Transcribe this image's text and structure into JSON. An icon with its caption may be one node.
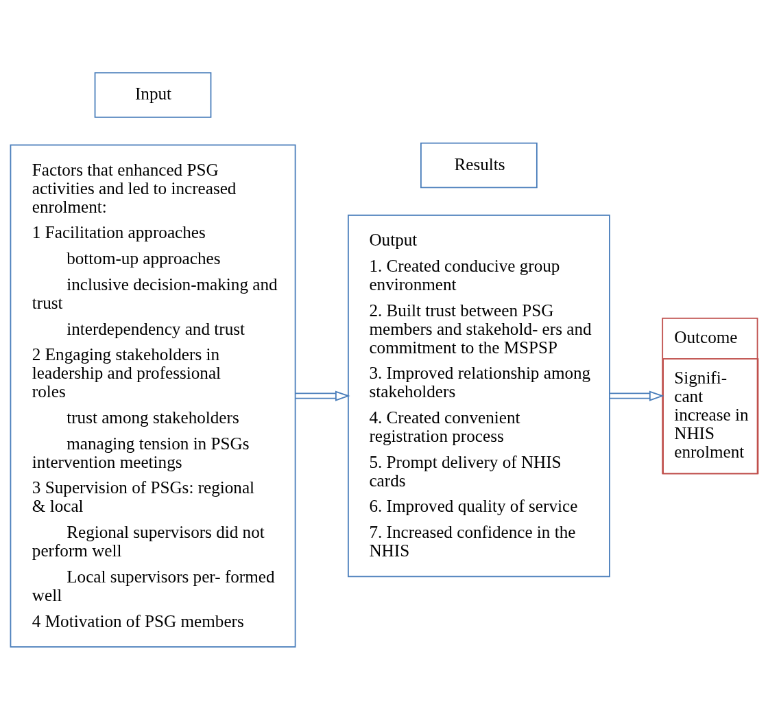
{
  "diagram": {
    "nodes": [
      {
        "text": [
          "Input"
        ]
      },
      {
        "text": [
          "Factors that enhanced PSG activities and led to increased enrolment:",
          "1 Facilitation approaches",
          "bottom-up approaches",
          "inclusive decision-making and trust",
          "interdependency and trust",
          "2 Engaging stakeholders in leadership and professional roles",
          "trust among stakeholders",
          "managing tension in PSGs intervention meetings",
          "3 Supervision of PSGs: regional & local",
          "Regional supervisors did not perform well",
          "Local supervisors per- formed well",
          "4 Motivation of PSG members"
        ]
      },
      {
        "text": [
          "Results"
        ]
      },
      {
        "text": [
          "Output",
          "1. Created conducive group environment",
          "2. Built trust between PSG members and stakehold- ers and commitment to the MSPSP",
          "3. Improved relationship among stakeholders",
          "4. Created convenient registration process",
          "5. Prompt delivery of NHIS cards",
          "6. Improved quality of service",
          "7. Increased confidence in the NHIS"
        ]
      },
      {
        "text": [
          "Outcome",
          "Signifi- cant increase in NHIS enrolment"
        ]
      }
    ],
    "edges": [
      {
        "from": 1,
        "to": 3,
        "arrow": "to"
      },
      {
        "from": 3,
        "to": 4,
        "arrow": "to"
      }
    ]
  }
}
